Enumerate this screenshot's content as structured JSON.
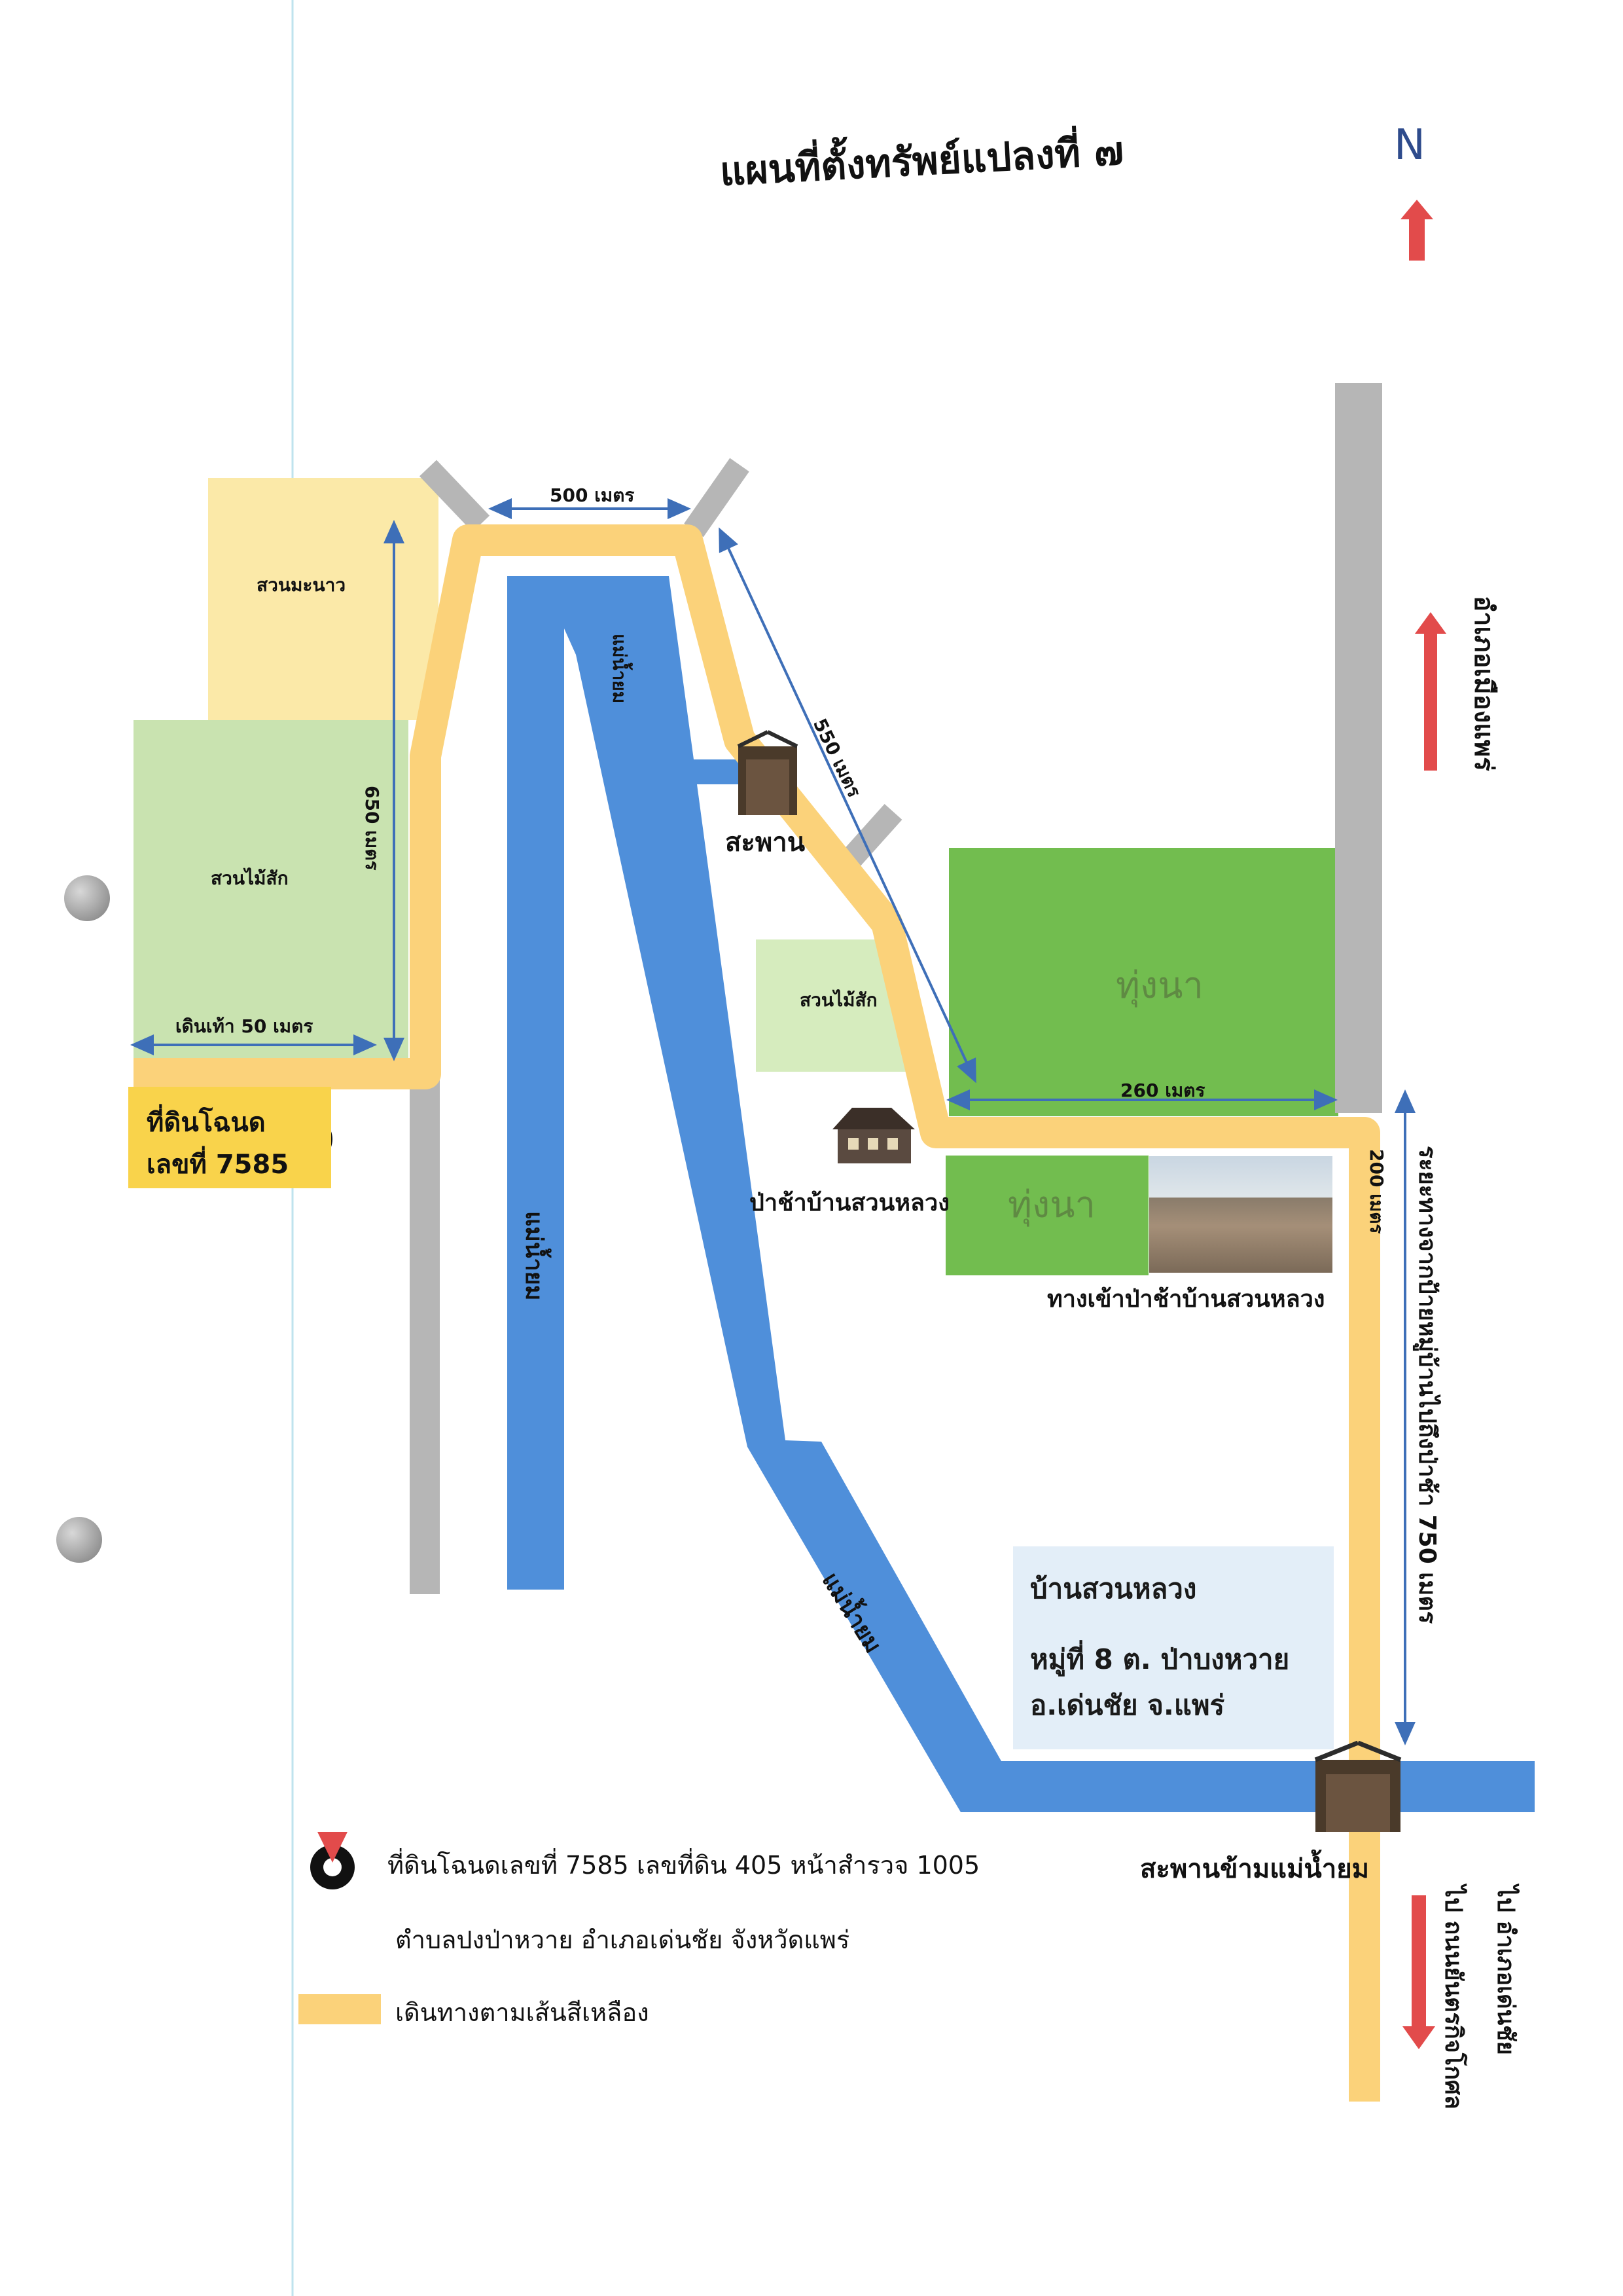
{
  "title": "แผนที่ตั้งทรัพย์แปลงที่ ๗",
  "north_label": "N",
  "labels": {
    "lemon_orchard": "สวนมะนาว",
    "teak_orchard_left": "สวนไม้สัก",
    "teak_orchard_right": "สวนไม้สัก",
    "river_top": "แม่น้ำยม",
    "river_left": "แม่น้ำยม",
    "river_bottom": "แม่น้ำยม",
    "bridge": "สะพาน",
    "rice_field_big": "ทุ่งนา",
    "rice_field_small": "ทุ่งนา",
    "forest_office": "ป่าช้าบ้านสวนหลวง",
    "photo_caption": "ทางเข้าป่าช้าบ้านสวนหลวง",
    "bridge_river": "สะพานข้ามแม่น้ำยม",
    "to_mueang_phrae": "อำเภอเมืองแพร่",
    "to_den_chai": "ไป อำเภอเด่นชัย",
    "to_mae_kan": "ไป ถนนยันตรกิจโกศล",
    "distance_note": "ระยะทางจากป้ายหมู่บ้านไปถึงป่าช้า 750 เมตร"
  },
  "distances": {
    "d500": "500 เมตร",
    "d650": "650 เมตร",
    "d550": "550 เมตร",
    "d260": "260 เมตร",
    "d200": "200 เมตร",
    "walk50": "เดินเท้า 50 เมตร"
  },
  "parcel": {
    "line1": "ที่ดินโฉนด",
    "line2": "เลขที่ 7585"
  },
  "village": {
    "name": "บ้านสวนหลวง",
    "moo": "หมู่ที่ 8 ต. ป่าบงหวาย",
    "district": "อ.เด่นชัย จ.แพร่"
  },
  "legend": {
    "pin_line1": "ที่ดินโฉนดเลขที่ 7585 เลขที่ดิน 405 หน้าสำรวจ 1005",
    "pin_line2": "ตำบลปงป่าหวาย อำเภอเด่นชัย จังหวัดแพร่",
    "yellow_route": "เดินทางตามเส้นสีเหลือง"
  },
  "colors": {
    "river": "#4f8fda",
    "route": "#fbd27a",
    "road": "#b6b6b6",
    "lemon": "#fbe9a8",
    "teak": "#c9e3b0",
    "rice": "#72bd4f",
    "arrow_red": "#e24b4b",
    "measure": "#3e6fb8"
  }
}
